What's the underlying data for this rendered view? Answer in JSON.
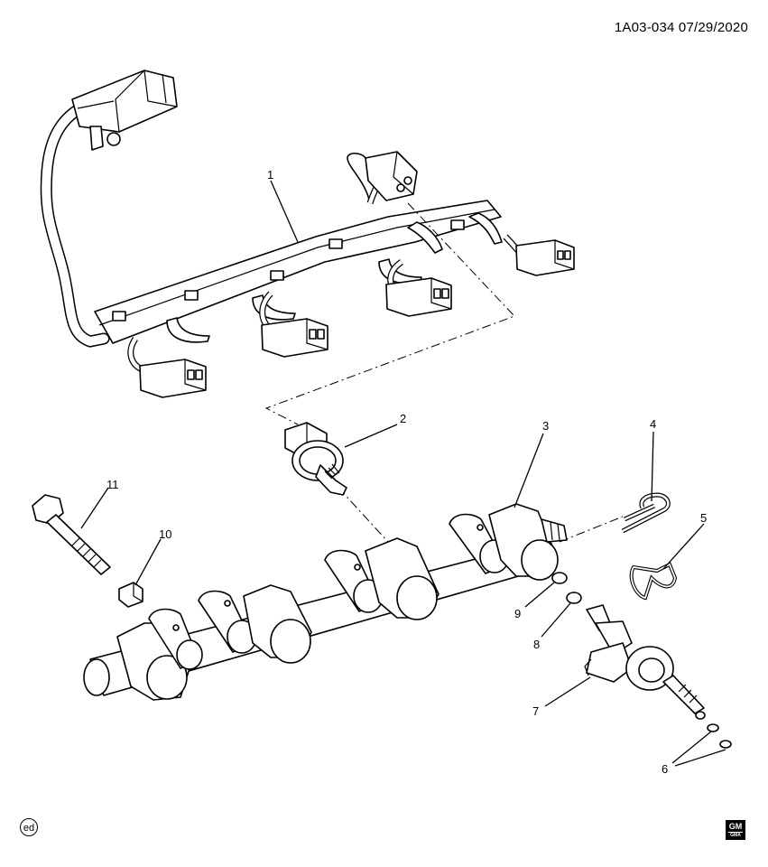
{
  "header": {
    "code": "1A03-034",
    "date": "07/29/2020"
  },
  "callouts": [
    {
      "id": "1",
      "text": "1"
    },
    {
      "id": "2",
      "text": "2"
    },
    {
      "id": "3",
      "text": "3"
    },
    {
      "id": "4",
      "text": "4"
    },
    {
      "id": "5",
      "text": "5"
    },
    {
      "id": "6",
      "text": "6"
    },
    {
      "id": "7",
      "text": "7"
    },
    {
      "id": "8",
      "text": "8"
    },
    {
      "id": "9",
      "text": "9"
    },
    {
      "id": "10",
      "text": "10"
    },
    {
      "id": "11",
      "text": "11"
    }
  ],
  "footer": {
    "ed_mark": "ed",
    "gm_logo": "GM",
    "gm_sub": "GMA"
  },
  "icons": {
    "ed_badge": "circle-ed-icon",
    "gm_logo": "gm-logo-icon"
  }
}
